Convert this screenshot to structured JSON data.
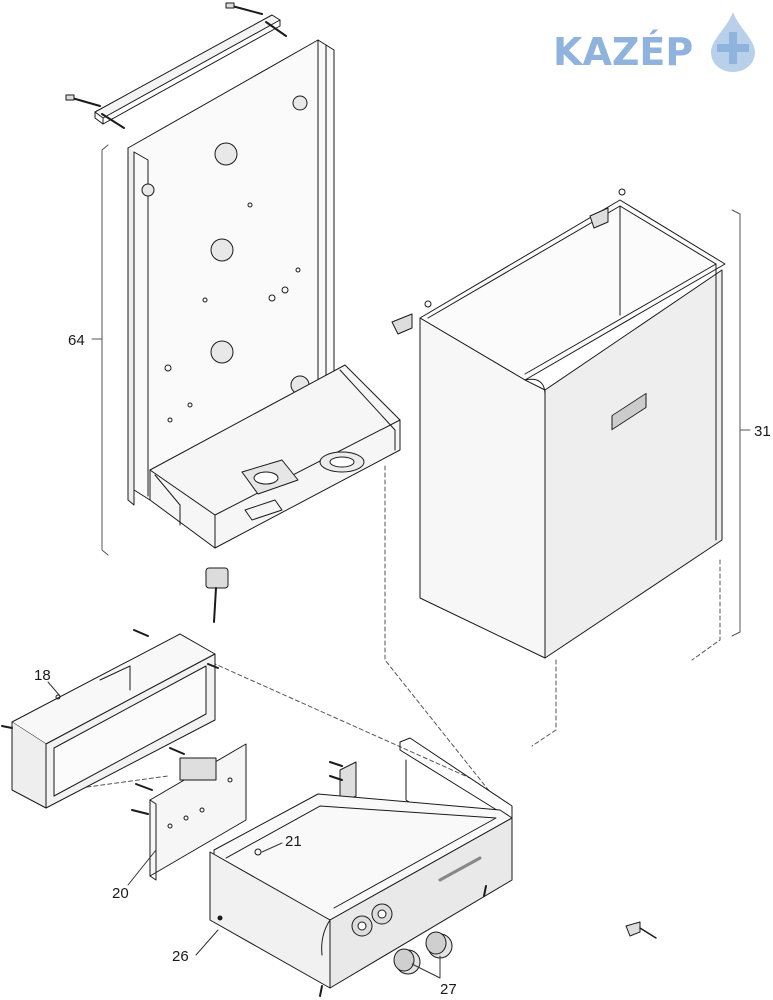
{
  "brand": {
    "logo_text": "KAZÉP",
    "logo_color": "#8fb3dc"
  },
  "callouts": {
    "c64": "64",
    "c31": "31",
    "c18": "18",
    "c21": "21",
    "c20": "20",
    "c26": "26",
    "c27": "27"
  },
  "colors": {
    "line": "#1a1a1a",
    "leader": "#555555"
  }
}
